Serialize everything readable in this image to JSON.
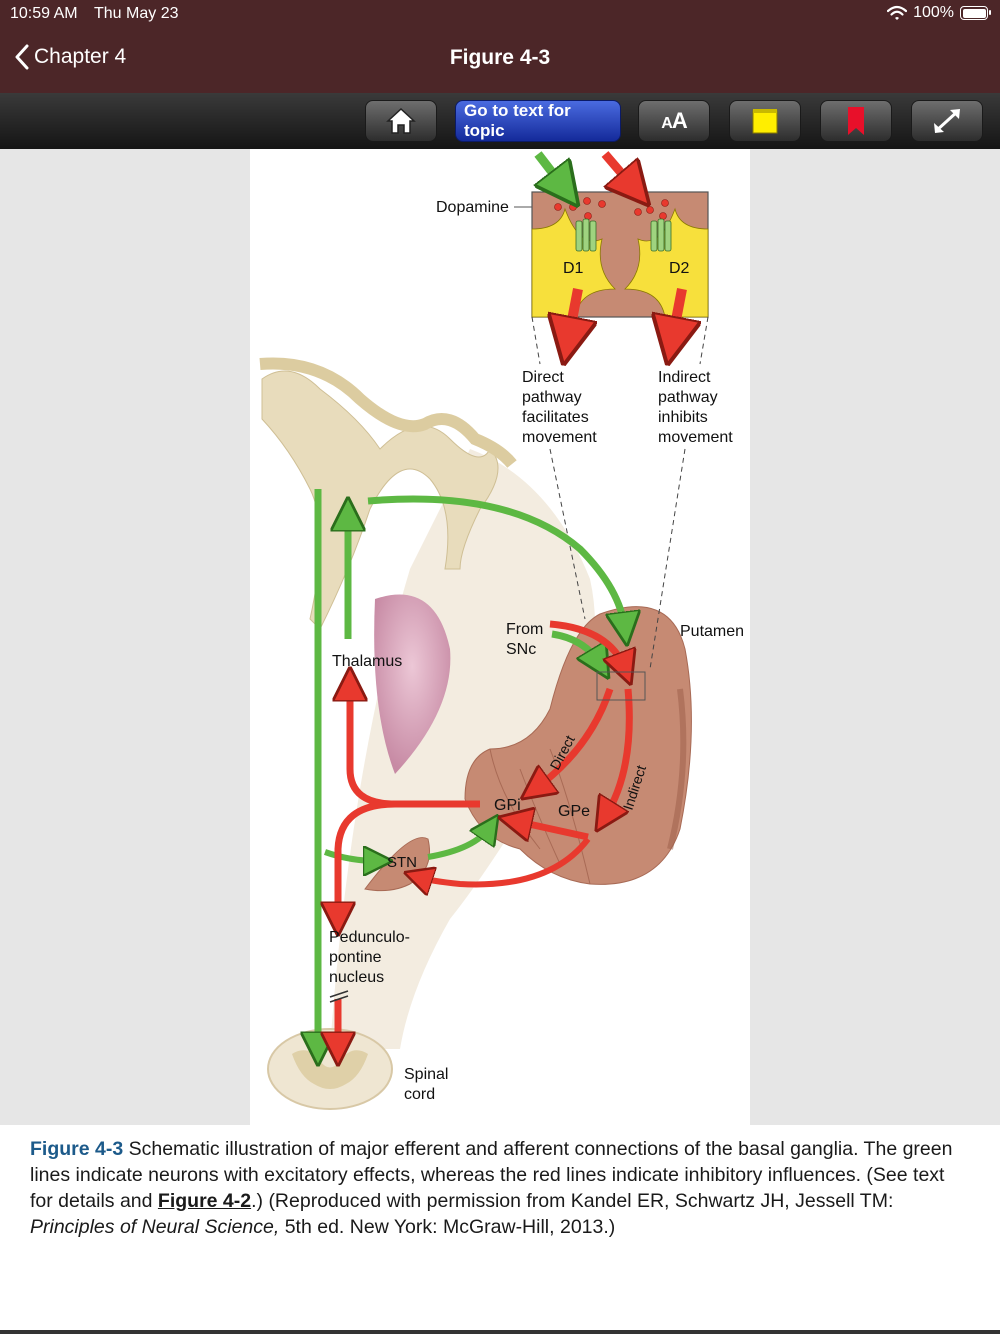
{
  "status": {
    "time": "10:59 AM",
    "date": "Thu May 23",
    "battery": "100%"
  },
  "nav": {
    "back_label": "Chapter 4",
    "title": "Figure 4-3"
  },
  "toolbar": {
    "goto_label": "Go to text for topic",
    "font_label_big": "A",
    "font_label_small": "A",
    "icons": [
      "home-icon",
      "font-size-icon",
      "note-icon",
      "bookmark-icon",
      "expand-icon"
    ],
    "note_color": "#ffee00",
    "bookmark_color": "#e8102a"
  },
  "figure": {
    "labels": {
      "dopamine": "Dopamine",
      "d1": "D1",
      "d2": "D2",
      "direct_1": "Direct",
      "direct_2": "pathway",
      "direct_3": "facilitates",
      "direct_4": "movement",
      "indirect_1": "Indirect",
      "indirect_2": "pathway",
      "indirect_3": "inhibits",
      "indirect_4": "movement",
      "putamen": "Putamen",
      "from_1": "From",
      "from_2": "SNc",
      "thalamus": "Thalamus",
      "direct_arrow": "Direct",
      "indirect_arrow": "Indirect",
      "gpi": "GPi",
      "gpe": "GPe",
      "stn": "STN",
      "ppn_1": "Pedunculo-",
      "ppn_2": "pontine",
      "ppn_3": "nucleus",
      "spinal_1": "Spinal",
      "spinal_2": "cord"
    },
    "colors": {
      "excitatory": "#5db843",
      "inhibitory": "#e8392e"
    }
  },
  "caption": {
    "label": "Figure 4-3",
    "text_1": " Schematic illustration of major efferent and afferent connections of the basal ganglia. The green lines indicate neurons with excitatory effects, whereas the red lines indicate inhibitory influences. (See text for details and ",
    "link": "Figure 4-2",
    "text_2": ".) (Reproduced with permission from Kandel ER, Schwartz JH, Jessell TM: ",
    "book": "Principles of Neural Science,",
    "text_3": " 5th ed. New York: McGraw-Hill, 2013.)"
  }
}
